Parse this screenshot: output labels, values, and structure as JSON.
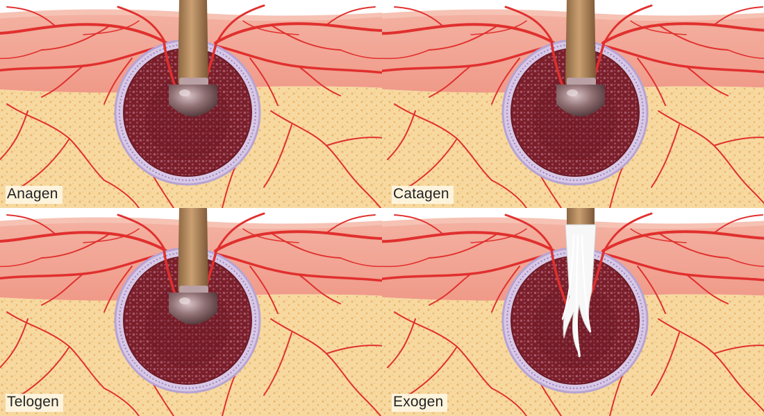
{
  "panels": [
    {
      "label": "Anagen",
      "stage": "anagen"
    },
    {
      "label": "Catagen",
      "stage": "catagen"
    },
    {
      "label": "Telogen",
      "stage": "telogen"
    },
    {
      "label": "Exogen",
      "stage": "exogen"
    }
  ],
  "colors": {
    "epidermis_top": "#f2b4a4",
    "dermis": "#f4a795",
    "fat": "#f7d9a0",
    "fat_dots": "#e8b36a",
    "vessel": "#e0302e",
    "follicle_inner": "#7a1f2a",
    "follicle_ring": "#b7a3d2",
    "hair_shaft": "#b88a5c",
    "bulb": "#8f6f72",
    "exogen_hair": "#f7f7f7"
  }
}
